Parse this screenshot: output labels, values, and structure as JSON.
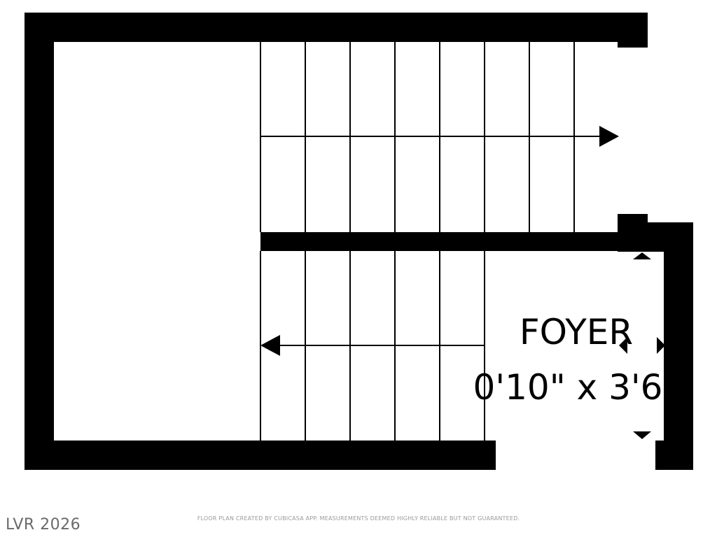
{
  "room": {
    "name": "FOYER",
    "dimensions": "0'10\" x 3'6"
  },
  "disclaimer": "FLOOR PLAN CREATED BY CUBICASA APP. MEASUREMENTS DEEMED HIGHLY RELIABLE BUT NOT GUARANTEED.",
  "watermark": "LVR 2026",
  "colors": {
    "wall": "#000000",
    "background": "#ffffff"
  }
}
